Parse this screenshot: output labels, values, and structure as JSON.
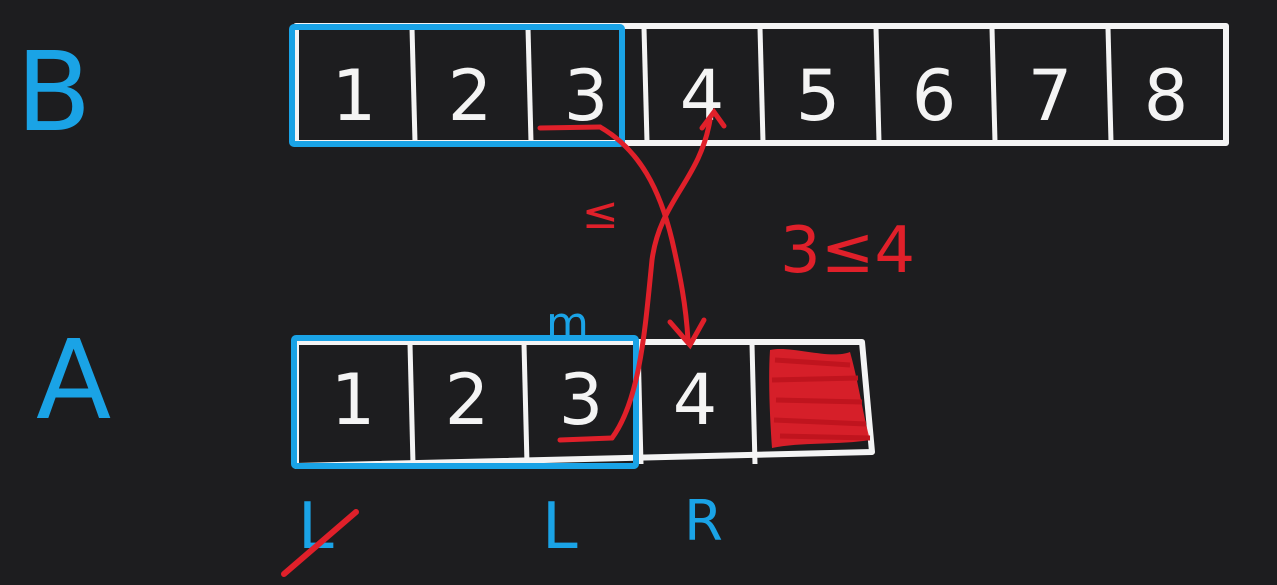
{
  "colors": {
    "background": "#1d1d1f",
    "ink": "#f4f4f4",
    "blue": "#1aa3e6",
    "red": "#e0202a"
  },
  "array_b": {
    "label": "B",
    "cells": [
      "1",
      "2",
      "3",
      "4",
      "5",
      "6",
      "7",
      "8"
    ],
    "partition_after_index": 2,
    "highlighted_cells": 3
  },
  "array_a": {
    "label": "A",
    "cells": [
      "1",
      "2",
      "3",
      "4",
      ""
    ],
    "partition_after_index": 2,
    "highlighted_cells": 3,
    "scribbled_cell_index": 4
  },
  "annotations": {
    "m_label": "m",
    "le_symbol": "≤",
    "comparison": "3≤4",
    "pointer_left_crossed": "L",
    "pointer_l": "L",
    "pointer_r": "R"
  }
}
